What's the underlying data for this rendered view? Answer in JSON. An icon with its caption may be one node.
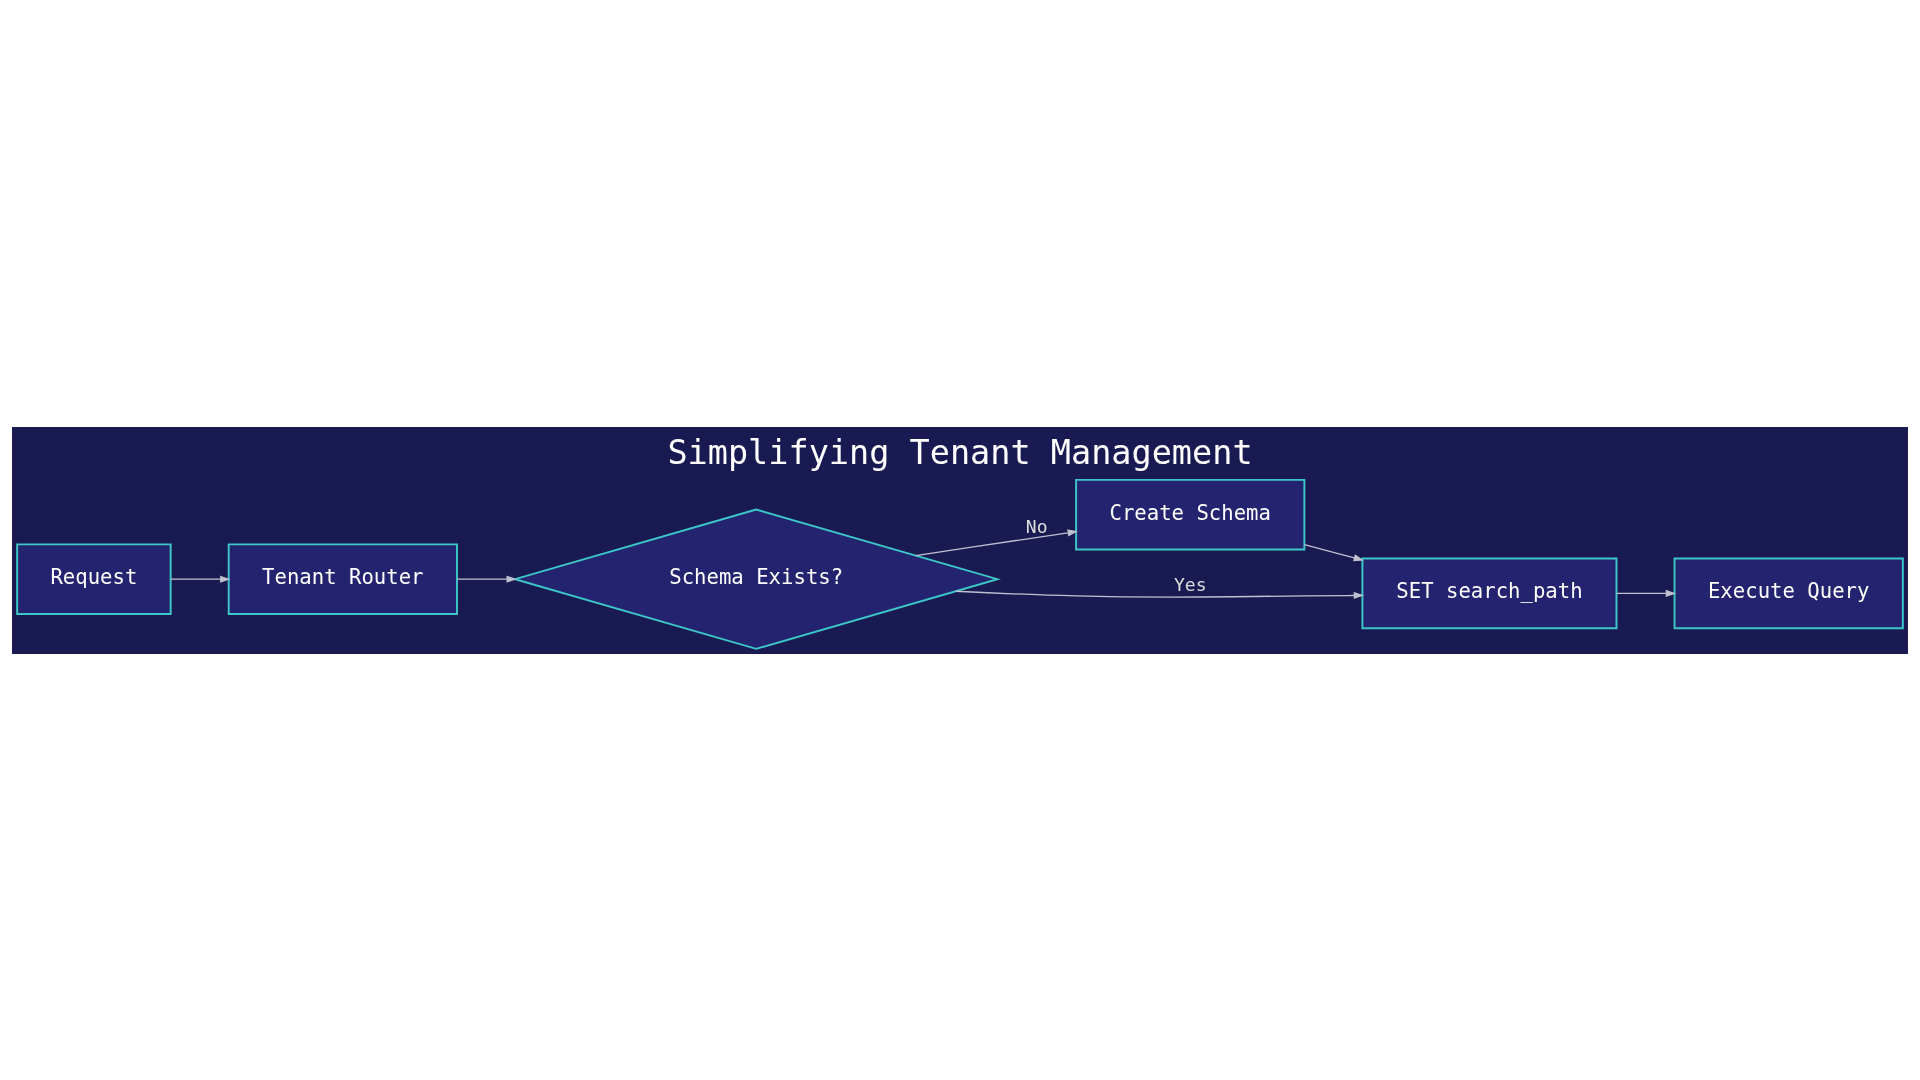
{
  "diagram": {
    "title": "Simplifying Tenant Management",
    "nodes": [
      {
        "text": [
          "Request"
        ]
      },
      {
        "text": [
          "Tenant Router"
        ]
      },
      {
        "text": [
          "Schema Exists?"
        ]
      },
      {
        "text": [
          "Create Schema"
        ]
      },
      {
        "text": [
          "SET search_path"
        ]
      },
      {
        "text": [
          "Execute Query"
        ]
      }
    ],
    "edges": [
      {
        "from": 0,
        "to": 1,
        "arrow": "to"
      },
      {
        "from": 1,
        "to": 2,
        "arrow": "to"
      },
      {
        "from": 2,
        "to": 4,
        "arrow": "to",
        "label": "Yes"
      },
      {
        "from": 2,
        "to": 3,
        "arrow": "to",
        "label": "No"
      },
      {
        "from": 3,
        "to": 4,
        "arrow": "to"
      },
      {
        "from": 4,
        "to": 5,
        "arrow": "to"
      }
    ]
  }
}
